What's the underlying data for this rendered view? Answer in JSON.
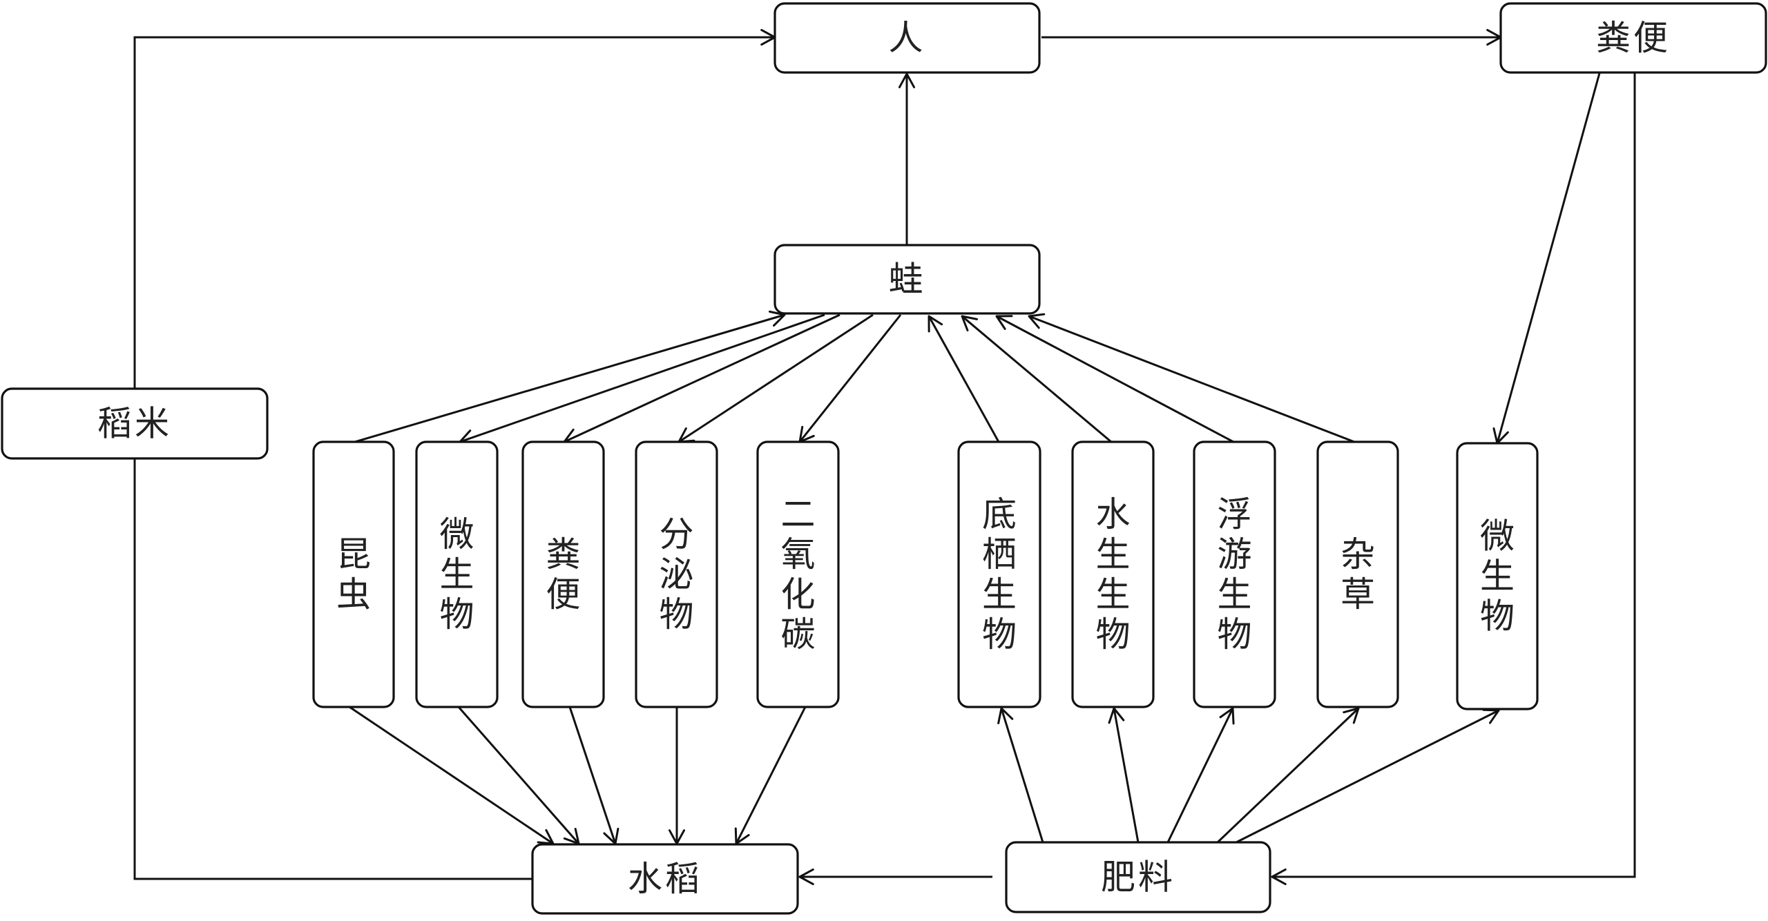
{
  "diagram": {
    "title": "",
    "nodes": {
      "ren": {
        "label": "人",
        "orientation": "horizontal"
      },
      "fenbian_top": {
        "label": "粪便",
        "orientation": "horizontal"
      },
      "wa": {
        "label": "蛙",
        "orientation": "horizontal"
      },
      "daomi": {
        "label": "稻米",
        "orientation": "horizontal"
      },
      "kunchong": {
        "label": "昆虫",
        "orientation": "vertical"
      },
      "weishengwu_left": {
        "label": "微生物",
        "orientation": "vertical"
      },
      "fenbian_mid": {
        "label": "粪便",
        "orientation": "vertical"
      },
      "fenmiwu": {
        "label": "分泌物",
        "orientation": "vertical"
      },
      "eryanghuatan": {
        "label": "二氧化碳",
        "orientation": "vertical"
      },
      "diqishengwu": {
        "label": "底栖生物",
        "orientation": "vertical"
      },
      "shuishengshengwu": {
        "label": "水生生物",
        "orientation": "vertical"
      },
      "fuyoushengwu": {
        "label": "浮游生物",
        "orientation": "vertical"
      },
      "zacao": {
        "label": "杂草",
        "orientation": "vertical"
      },
      "weishengwu_right": {
        "label": "微生物",
        "orientation": "vertical"
      },
      "shuidao": {
        "label": "水稻",
        "orientation": "horizontal"
      },
      "feiliao": {
        "label": "肥料",
        "orientation": "horizontal"
      }
    },
    "edges": [
      {
        "from": "shuidao",
        "to": "daomi",
        "arrow": false
      },
      {
        "from": "daomi",
        "to": "ren",
        "arrow": true
      },
      {
        "from": "ren",
        "to": "fenbian_top",
        "arrow": true
      },
      {
        "from": "wa",
        "to": "ren",
        "arrow": true
      },
      {
        "from": "fenbian_top",
        "to": "weishengwu_right",
        "arrow": true
      },
      {
        "from": "fenbian_top",
        "to": "feiliao",
        "arrow": true
      },
      {
        "from": "kunchong",
        "to": "wa",
        "arrow": true
      },
      {
        "from": "wa",
        "to": "weishengwu_left",
        "arrow": true
      },
      {
        "from": "wa",
        "to": "fenbian_mid",
        "arrow": true
      },
      {
        "from": "wa",
        "to": "fenmiwu",
        "arrow": true
      },
      {
        "from": "wa",
        "to": "eryanghuatan",
        "arrow": true
      },
      {
        "from": "diqishengwu",
        "to": "wa",
        "arrow": true
      },
      {
        "from": "shuishengshengwu",
        "to": "wa",
        "arrow": true
      },
      {
        "from": "fuyoushengwu",
        "to": "wa",
        "arrow": true
      },
      {
        "from": "zacao",
        "to": "wa",
        "arrow": true
      },
      {
        "from": "kunchong",
        "to": "shuidao",
        "arrow": true
      },
      {
        "from": "weishengwu_left",
        "to": "shuidao",
        "arrow": true
      },
      {
        "from": "fenbian_mid",
        "to": "shuidao",
        "arrow": true
      },
      {
        "from": "fenmiwu",
        "to": "shuidao",
        "arrow": true
      },
      {
        "from": "eryanghuatan",
        "to": "shuidao",
        "arrow": true
      },
      {
        "from": "feiliao",
        "to": "diqishengwu",
        "arrow": true
      },
      {
        "from": "feiliao",
        "to": "shuishengshengwu",
        "arrow": true
      },
      {
        "from": "feiliao",
        "to": "fuyoushengwu",
        "arrow": true
      },
      {
        "from": "feiliao",
        "to": "zacao",
        "arrow": true
      },
      {
        "from": "feiliao",
        "to": "weishengwu_right",
        "arrow": true
      },
      {
        "from": "feiliao",
        "to": "shuidao",
        "arrow": true
      }
    ]
  }
}
